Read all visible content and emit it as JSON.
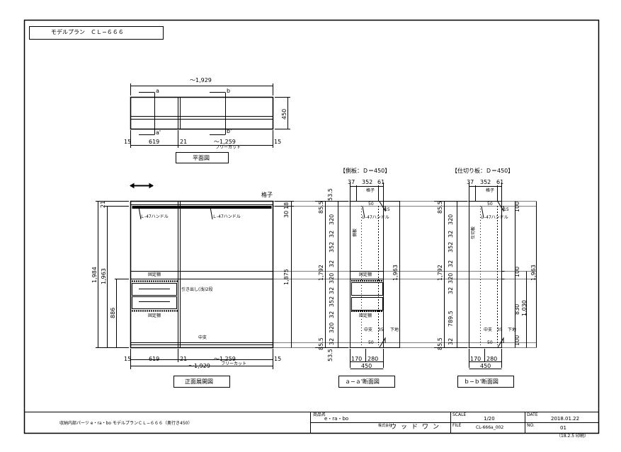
{
  "title": "モデルプラン　ＣＬ−６６６",
  "plan_view": {
    "caption": "平面図",
    "total_width": "〜1,929",
    "label_a": "a",
    "label_b": "b",
    "label_a_prime": "a'",
    "label_b_prime": "b'",
    "depth": "450",
    "dim_15_left": "15",
    "dim_619": "619",
    "dim_21": "21",
    "dim_1259": "〜1,259",
    "free_cut": "フリーカット",
    "dim_15_right": "15"
  },
  "front_view": {
    "caption": "正面展開図",
    "width_arrow": "⟷",
    "label_top_panel": "格子",
    "label_handle_left": "Ｌ‐47ハンドル",
    "label_handle_right": "Ｌ‐47ハンドル",
    "label_fixed_shelf_1": "固定棚",
    "label_drawer": "引き出し(浅)2段",
    "label_fixed_shelf_2": "固定棚",
    "label_mid_post": "中支",
    "dim_21": "21",
    "dim_1984": "1,984",
    "dim_1963": "1,963",
    "dim_886": "886",
    "dim_30": "30",
    "dim_18": "18",
    "dim_1875": "1,875",
    "dim_15_left": "15",
    "dim_619": "619",
    "dim_21b": "21",
    "dim_1259": "〜1,259",
    "free_cut": "フリーカット",
    "dim_15_right": "15",
    "total_width": "〜1,929"
  },
  "section_a": {
    "header": "【側板：Ｄ＝450】",
    "caption": "ａ−ａ'断面図",
    "dim_37": "37",
    "dim_352": "352",
    "dim_61": "61",
    "dim_53_5_top": "53.5",
    "label_top": "格子",
    "dim_50_top": "50",
    "dim_15": "15",
    "label_handle": "Ｌ‐47ハンドル",
    "label_side": "側板",
    "dim_85_5_top": "85.5",
    "col_dims": [
      "320",
      "32",
      "352",
      "32",
      "320",
      "32",
      "352",
      "32",
      "320",
      "32"
    ],
    "dim_1792": "1,792",
    "label_fixed_shelf_1": "固定棚",
    "dim_1963": "1,963",
    "label_fixed_shelf_2": "固定棚",
    "label_mid_post": "中支",
    "dim_35": "35",
    "label_base": "下地",
    "dim_50_bottom": "50",
    "dim_85_5_bottom": "85.5",
    "dim_53_5_bottom": "53.5",
    "dim_170": "170",
    "dim_280": "280",
    "dim_450": "450"
  },
  "section_b": {
    "header": "【仕切り板：Ｄ＝450】",
    "caption": "ｂ−ｂ'断面図",
    "dim_37": "37",
    "dim_352": "352",
    "dim_61": "61",
    "label_top": "格子",
    "dim_50_top": "50",
    "dim_15": "15",
    "label_handle": "Ｌ‐47ハンドル",
    "label_side": "仕切板",
    "dim_85_5_top": "85.5",
    "col_dims": [
      "320",
      "32",
      "352",
      "32",
      "320",
      "32",
      "789.5",
      "32"
    ],
    "dim_1792": "1,792",
    "dim_100_top": "100",
    "dim_100_mid": "100",
    "dim_830": "830",
    "dim_1030": "1,030",
    "dim_1963": "1,963",
    "label_mid_post": "中支",
    "dim_35": "35",
    "label_base": "下地",
    "dim_50_bottom": "50",
    "dim_100_bottom": "100",
    "dim_85_5_bottom": "85.5",
    "dim_170": "170",
    "dim_280": "280",
    "dim_450": "450"
  },
  "title_block": {
    "description": "収納内部パーツ e・ra・bo モデルプランＣＬ−６６６（奥行き450）",
    "label_product": "商品名",
    "product_value": "e・ra・bo",
    "label_company": "株式会社",
    "company_value": "ウッドワン",
    "label_scale": "SCALE",
    "scale_value": "1/20",
    "label_file": "FILE",
    "file_value": "CL-666a_002",
    "label_date": "DATE",
    "date_value": "2018.01.22",
    "label_no": "NO.",
    "no_value": "01",
    "footer": "（18.2.5 印刷）"
  }
}
